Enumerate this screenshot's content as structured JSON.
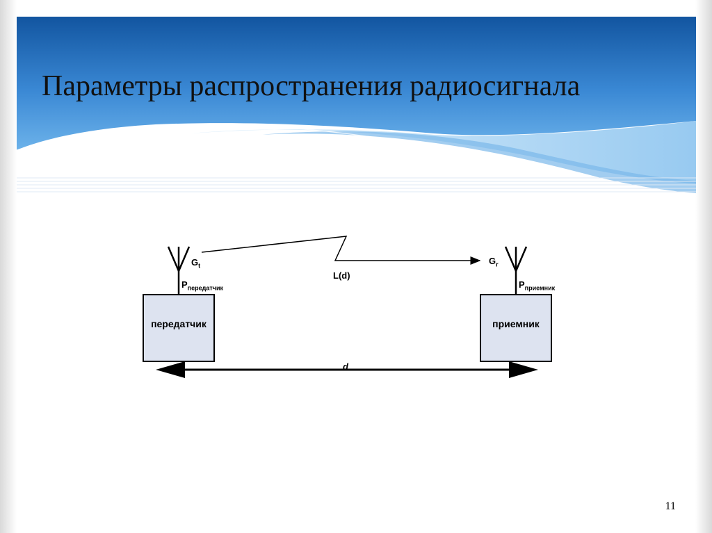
{
  "slide": {
    "title": "Параметры распространения радиосигнала",
    "page_number": "11"
  },
  "diagram": {
    "transmitter": {
      "box_label": "передатчик",
      "gain_symbol": "G",
      "gain_sub": "t",
      "power_symbol": "P",
      "power_sub": "передатчик"
    },
    "receiver": {
      "box_label": "приемник",
      "gain_symbol": "G",
      "gain_sub": "r",
      "power_symbol": "P",
      "power_sub": "приемник"
    },
    "path_loss_label": "L(d)",
    "distance_label": "d"
  },
  "colors": {
    "header_dark": "#1565b0",
    "header_light": "#5aa5e3",
    "box_fill": "#dde3f0"
  }
}
